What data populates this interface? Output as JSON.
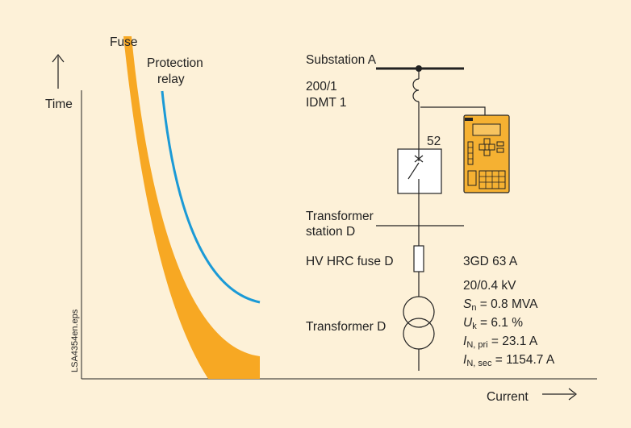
{
  "axes": {
    "y_label": "Time",
    "x_label": "Current"
  },
  "curves": {
    "fuse_label": "Fuse",
    "relay_label_line1": "Protection",
    "relay_label_line2": "relay"
  },
  "single_line": {
    "substation": "Substation A",
    "ct_ratio": "200/1",
    "relay_type": "IDMT 1",
    "breaker_number": "52",
    "transformer_station_line1": "Transformer",
    "transformer_station_line2": "station D",
    "hv_fuse": "HV HRC fuse D",
    "fuse_rating": "3GD 63 A",
    "transformer": "Transformer D"
  },
  "transformer_data": {
    "voltage": "20/0.4 kV",
    "sn_symbol": "S",
    "sn_sub": "n",
    "sn_value": " = 0.8 MVA",
    "uk_symbol": "U",
    "uk_sub": "k",
    "uk_value": " = 6.1 %",
    "in_pri_symbol": "I",
    "in_pri_sub": "N, pri",
    "in_pri_value": " = 23.1 A",
    "in_sec_symbol": "I",
    "in_sec_sub": "N, sec",
    "in_sec_value": " = 1154.7 A"
  },
  "file_id": "LSA4354en.eps",
  "colors": {
    "background": "#fdf1d8",
    "fuse_band": "#f7a823",
    "relay_curve": "#1b9ad6",
    "relay_device": "#f5b132",
    "line": "#222222"
  }
}
